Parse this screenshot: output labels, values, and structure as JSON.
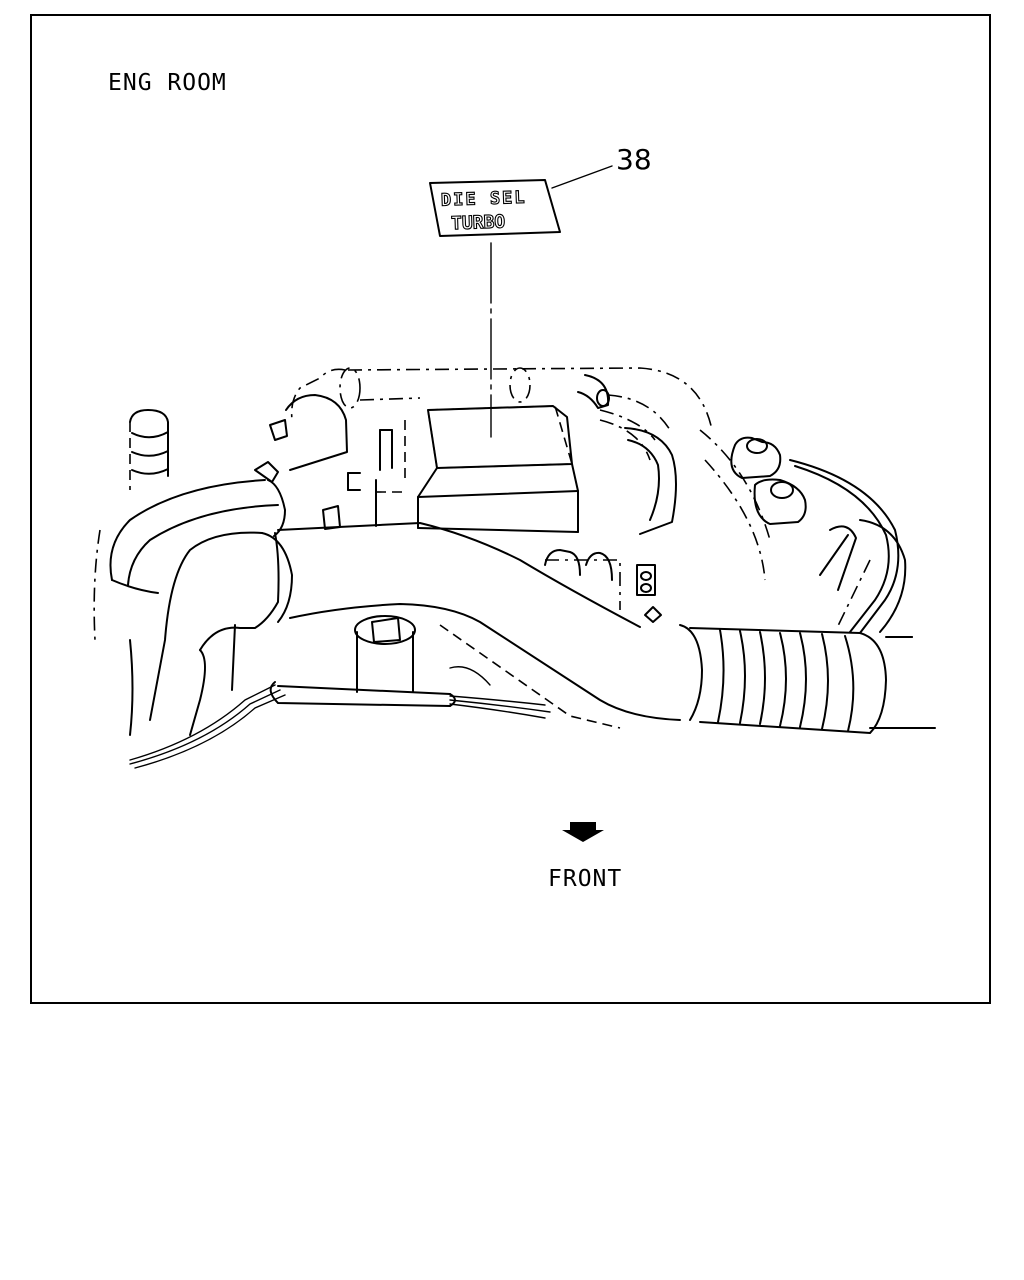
{
  "diagram": {
    "section_title": "ENG ROOM",
    "callout_number": "38",
    "label_line1": "DIE SEL",
    "label_line2": "TURBO",
    "direction_label": "FRONT"
  },
  "colors": {
    "line": "#000000",
    "background": "#ffffff"
  }
}
